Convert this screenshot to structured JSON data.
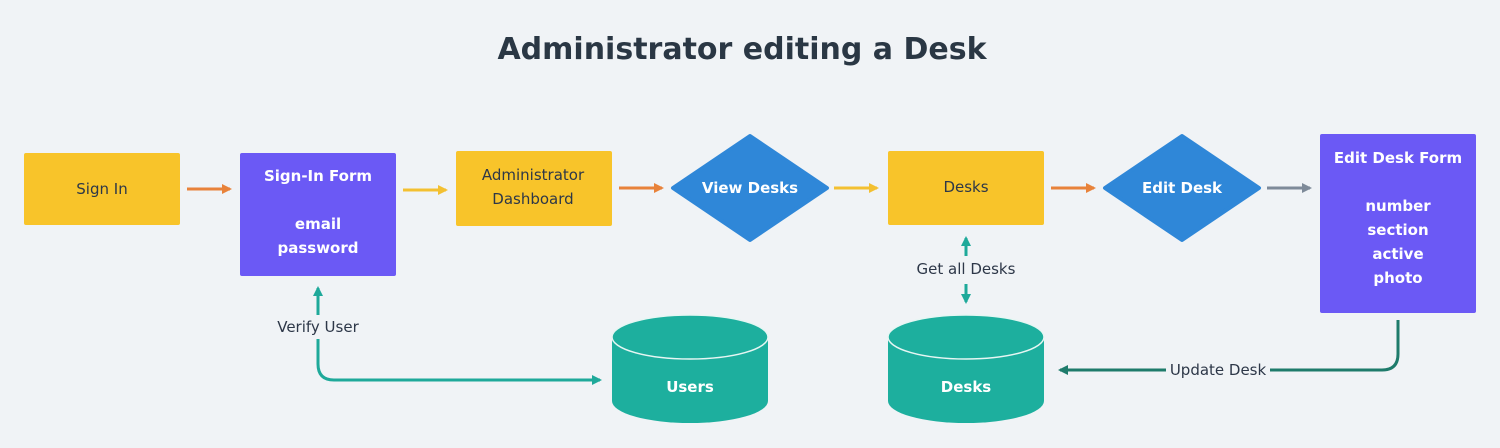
{
  "title": "Administrator editing a Desk",
  "colors": {
    "background": "#f0f3f6",
    "yellow": "#f8c42a",
    "purple": "#6b59f5",
    "blue": "#2f87d8",
    "teal": "#1daf9e",
    "orange_arrow": "#e8823a",
    "yellow_arrow": "#f3c031",
    "gray_arrow": "#7e8a99",
    "teal_arrow": "#1ea99a",
    "dark_teal_arrow": "#1e7b6b"
  },
  "nodes": {
    "sign_in": {
      "label": "Sign In",
      "shape": "rect",
      "color": "yellow"
    },
    "sign_in_form": {
      "title": "Sign-In Form",
      "fields": [
        "email",
        "password"
      ],
      "shape": "rect",
      "color": "purple"
    },
    "admin_dashboard": {
      "lines": [
        "Administrator",
        "Dashboard"
      ],
      "shape": "rect",
      "color": "yellow"
    },
    "view_desks": {
      "label": "View Desks",
      "shape": "diamond",
      "color": "blue"
    },
    "desks": {
      "label": "Desks",
      "shape": "rect",
      "color": "yellow"
    },
    "edit_desk": {
      "label": "Edit Desk",
      "shape": "diamond",
      "color": "blue"
    },
    "edit_desk_form": {
      "title": "Edit Desk Form",
      "fields": [
        "number",
        "section",
        "active",
        "photo"
      ],
      "shape": "rect",
      "color": "purple"
    },
    "users_db": {
      "label": "Users",
      "shape": "cylinder",
      "color": "teal"
    },
    "desks_db": {
      "label": "Desks",
      "shape": "cylinder",
      "color": "teal"
    }
  },
  "edges": {
    "verify_user": "Verify User",
    "get_all_desks": "Get all Desks",
    "update_desk": "Update Desk"
  }
}
